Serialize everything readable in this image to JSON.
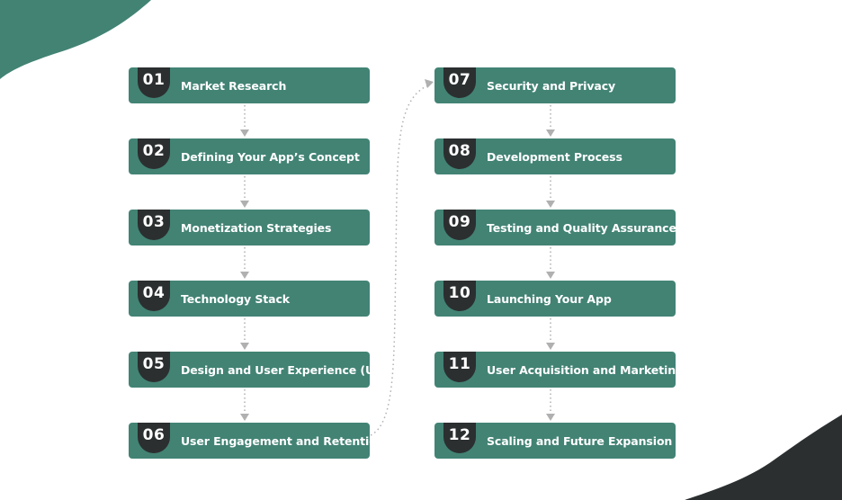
{
  "colors": {
    "step_fill": "#428374",
    "badge_fill": "#2b2f30",
    "connector": "#b0b0b0",
    "top_blob": "#428374",
    "bottom_blob": "#2b2f30"
  },
  "steps": [
    {
      "number": "01",
      "label": "Market Research"
    },
    {
      "number": "02",
      "label": "Defining Your App’s Concept"
    },
    {
      "number": "03",
      "label": "Monetization Strategies"
    },
    {
      "number": "04",
      "label": "Technology Stack"
    },
    {
      "number": "05",
      "label": "Design and User Experience (UX)"
    },
    {
      "number": "06",
      "label": "User Engagement and Retention"
    },
    {
      "number": "07",
      "label": "Security and Privacy"
    },
    {
      "number": "08",
      "label": "Development Process"
    },
    {
      "number": "09",
      "label": "Testing and Quality Assurance"
    },
    {
      "number": "10",
      "label": "Launching Your App"
    },
    {
      "number": "11",
      "label": "User Acquisition and Marketing"
    },
    {
      "number": "12",
      "label": "Scaling and Future Expansion"
    }
  ]
}
